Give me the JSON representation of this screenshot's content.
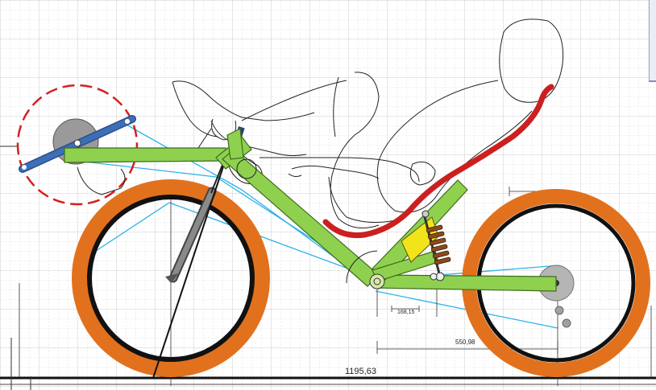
{
  "drawing": {
    "dimensions": {
      "overall_wheelbase": "1195,63",
      "pivot_offset": "168,15",
      "rear_offset": "550,98"
    },
    "colors": {
      "grid_minor": "#d6d6d6",
      "grid_major": "#bdbdbd",
      "frame_green": "#8fd14f",
      "frame_outline": "#3f6b1f",
      "tire_orange": "#e2711d",
      "rim_black": "#111111",
      "chain_blue": "#2bb3e8",
      "crank_blue": "#3d6fb8",
      "seat_red": "#cc1f1f",
      "shock_yellow": "#f2e31b",
      "spring_brown": "#8a4a1c",
      "hub_gray": "#9a9a9a",
      "fork_gray": "#6e6e6e",
      "rider_outline": "#222222"
    },
    "icons": [
      "scrollbar-thumb"
    ]
  }
}
